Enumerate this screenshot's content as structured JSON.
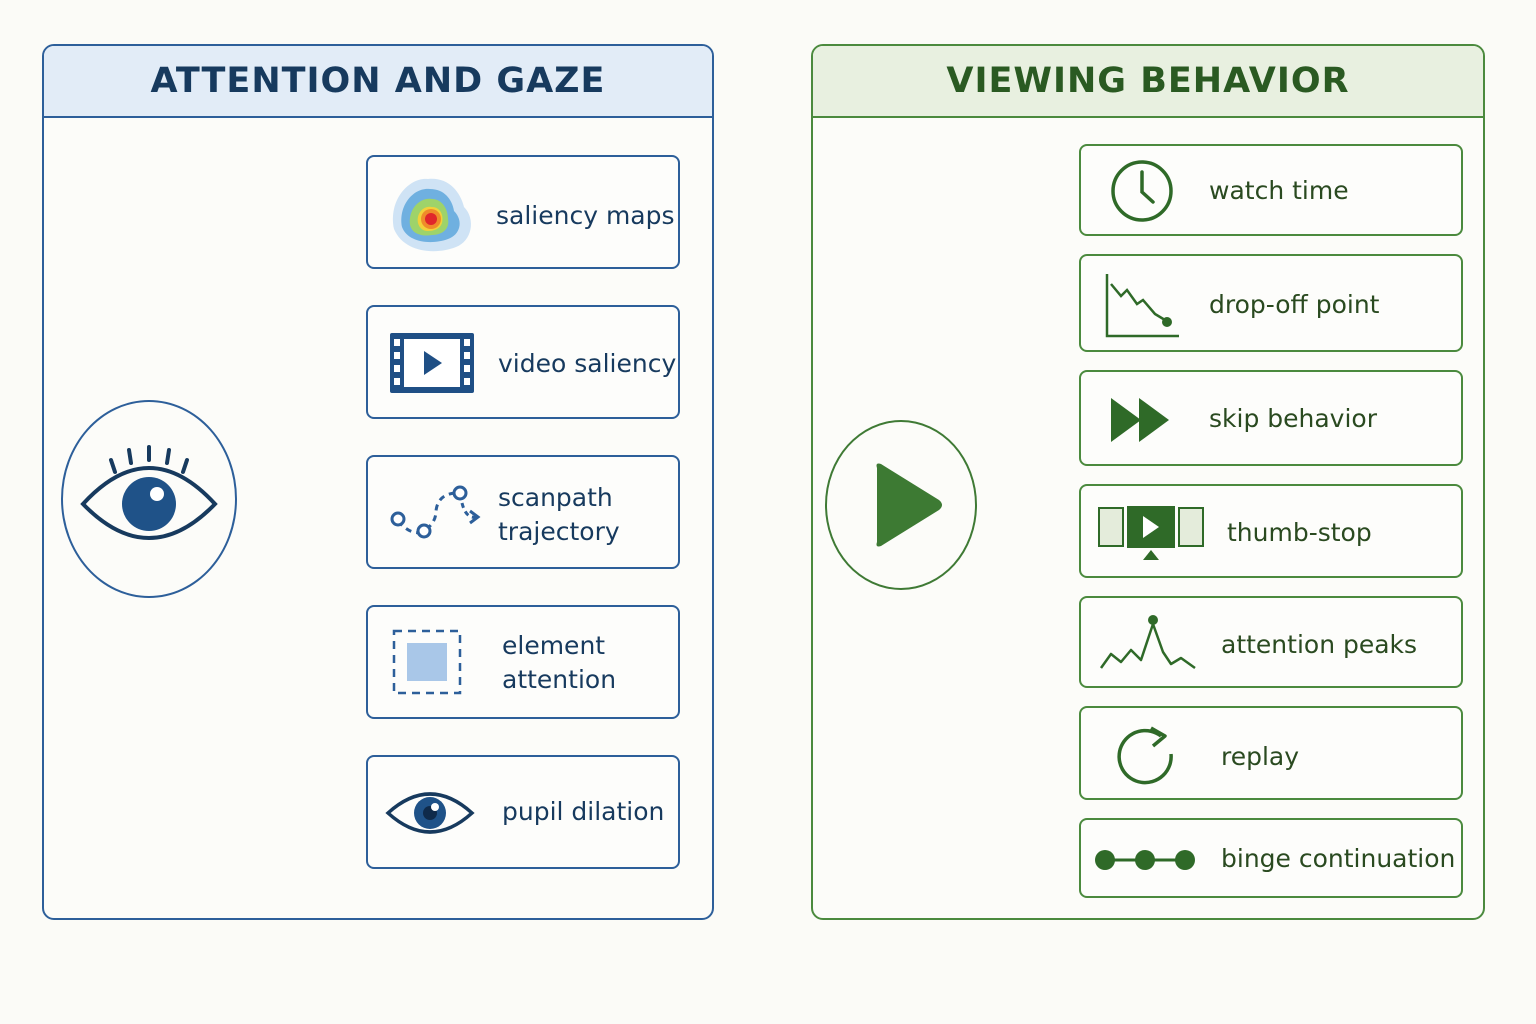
{
  "left_panel": {
    "title": "ATTENTION AND GAZE",
    "hub_icon": "eye-icon",
    "accent": "#2d5f9a",
    "items": [
      {
        "label": "saliency maps",
        "icon": "heatmap-icon"
      },
      {
        "label": "video saliency",
        "icon": "film-play-icon"
      },
      {
        "label_line1": "scanpath",
        "label_line2": "trajectory",
        "icon": "scanpath-icon"
      },
      {
        "label_line1": "element",
        "label_line2": "attention",
        "icon": "element-box-icon"
      },
      {
        "label": "pupil dilation",
        "icon": "eye-icon"
      }
    ]
  },
  "right_panel": {
    "title": "VIEWING BEHAVIOR",
    "hub_icon": "play-icon",
    "accent": "#4b8a3e",
    "items": [
      {
        "label": "watch time",
        "icon": "clock-icon"
      },
      {
        "label": "drop-off point",
        "icon": "decline-chart-icon"
      },
      {
        "label": "skip behavior",
        "icon": "fast-forward-icon"
      },
      {
        "label": "thumb-stop",
        "icon": "feed-stop-icon"
      },
      {
        "label": "attention peaks",
        "icon": "peak-line-icon"
      },
      {
        "label": "replay",
        "icon": "replay-icon"
      },
      {
        "label": "binge continuation",
        "icon": "chain-dots-icon"
      }
    ]
  }
}
